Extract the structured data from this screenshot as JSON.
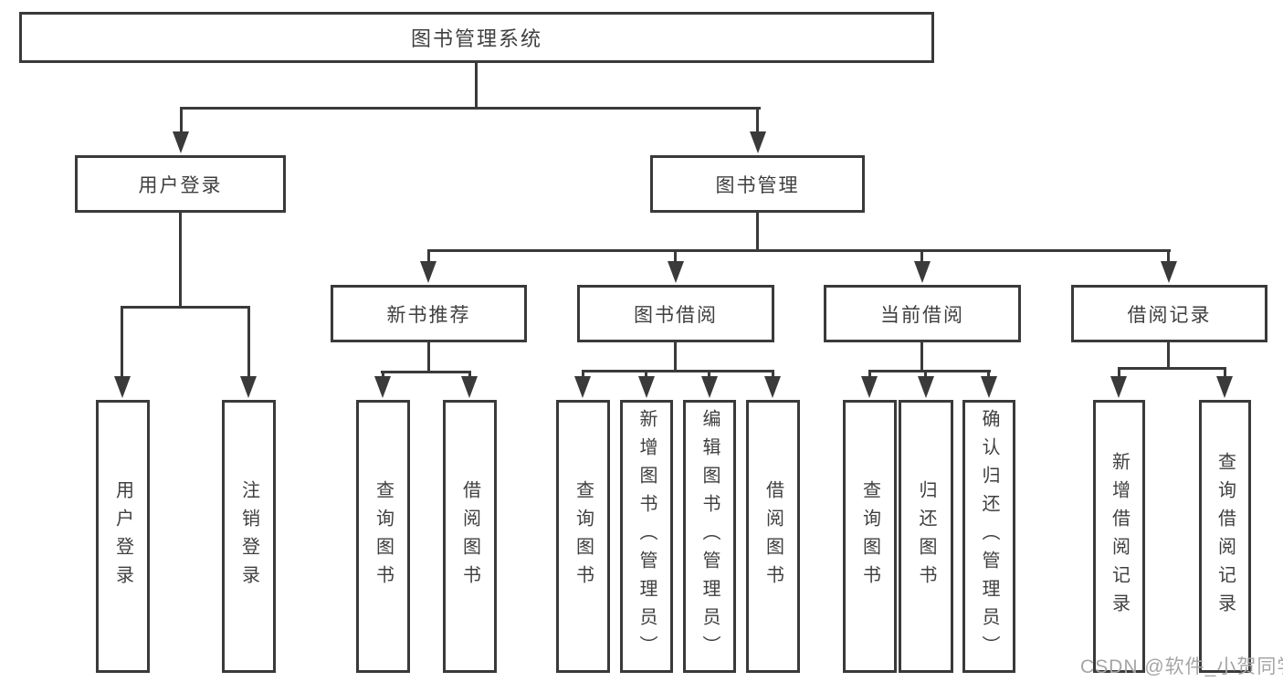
{
  "diagram": {
    "root": "图书管理系统",
    "level2": {
      "userLogin": "用户登录",
      "bookMgmt": "图书管理"
    },
    "level3": {
      "newBookRec": "新书推荐",
      "bookBorrow": "图书借阅",
      "currentBorrow": "当前借阅",
      "borrowRecord": "借阅记录"
    },
    "leaves": {
      "userLogin": "用户登录",
      "logout": "注销登录",
      "nbQuery": "查询图书",
      "nbBorrow": "借阅图书",
      "bbQuery": "查询图书",
      "bbAdd": "新增图书（管理员）",
      "bbEdit": "编辑图书（管理员）",
      "bbBorrow": "借阅图书",
      "cbQuery": "查询图书",
      "cbReturn": "归还图书",
      "cbConfirm": "确认归还（管理员）",
      "brAdd": "新增借阅记录",
      "brQuery": "查询借阅记录"
    }
  },
  "watermark": "CSDN @软件_小贺同学",
  "colors": {
    "line": "#3a3a3a",
    "text": "#3f3f3f",
    "watermark": "#a5a5a5"
  }
}
